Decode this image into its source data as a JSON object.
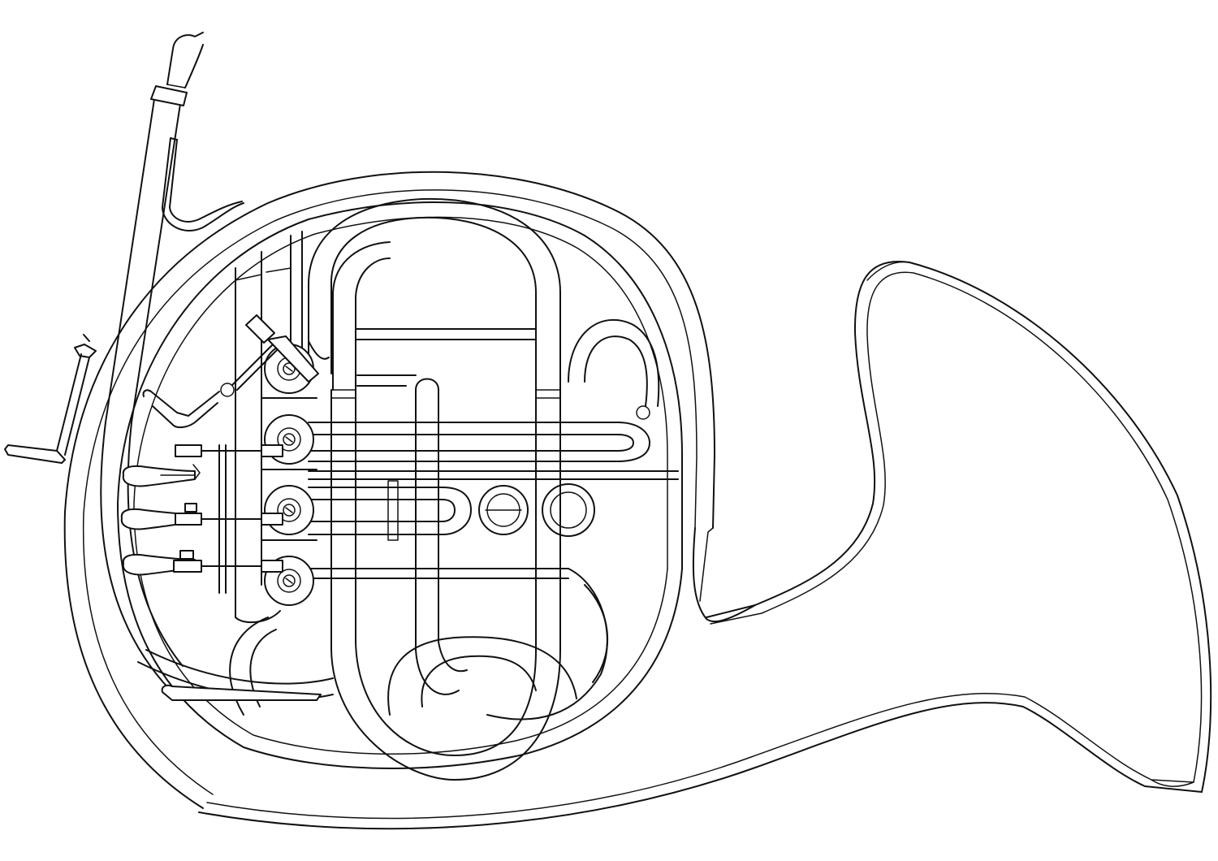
{
  "figure": {
    "subject": "french-horn-line-art",
    "colors": {
      "background": "#ffffff",
      "stroke": "#111111"
    },
    "parts": [
      "leadpipe",
      "mouthpiece",
      "outer-hoop",
      "bell-flare",
      "tuning-slide",
      "valve-cluster",
      "rotary-valve",
      "valve-lever",
      "thumb-lever",
      "finger-hook",
      "valve-slide",
      "inner-loops"
    ]
  }
}
